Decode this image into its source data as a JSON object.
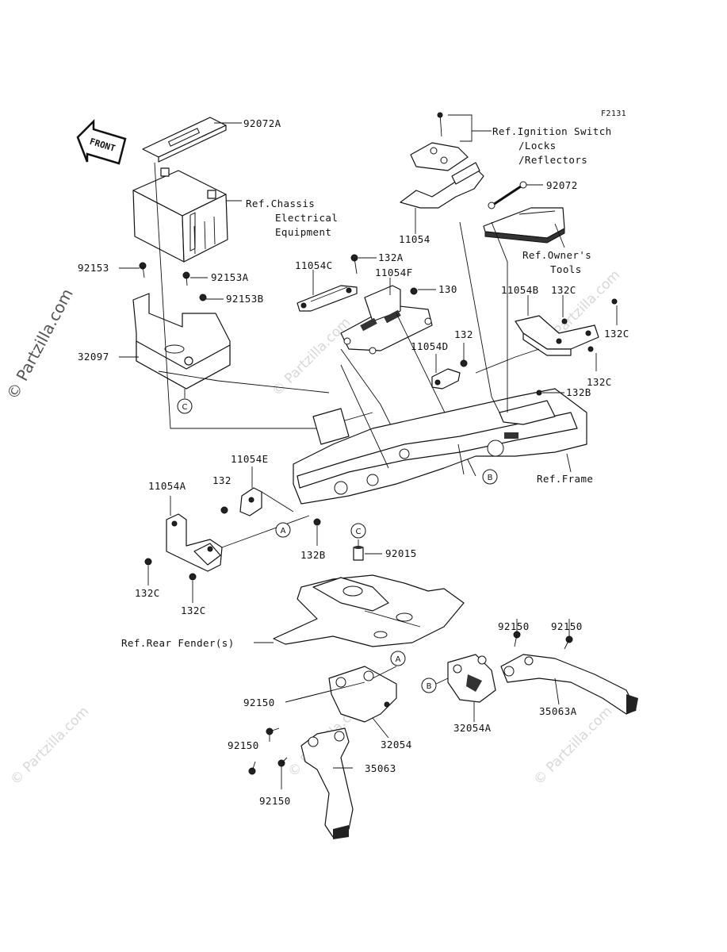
{
  "diagram_code": "F2131",
  "front_arrow_label": "FRONT",
  "watermarks": [
    "© Partzilla.com"
  ],
  "callouts": [
    "A",
    "B",
    "C"
  ],
  "labels": {
    "l92072A": "92072A",
    "refIgn1": "Ref.Ignition Switch",
    "refIgn2": "/Locks",
    "refIgn3": "/Reflectors",
    "l92072": "92072",
    "refChassis1": "Ref.Chassis",
    "refChassis2": "Electrical",
    "refChassis3": "Equipment",
    "l11054": "11054",
    "refOwner1": "Ref.Owner's",
    "refOwner2": "Tools",
    "l92153": "92153",
    "l92153A": "92153A",
    "l92153B": "92153B",
    "l32097": "32097",
    "l11054C": "11054C",
    "l132A": "132A",
    "l11054F": "11054F",
    "l130": "130",
    "l11054B": "11054B",
    "l132C_1": "132C",
    "l132C_2": "132C",
    "l132C_3": "132C",
    "l132": "132",
    "l11054D": "11054D",
    "l132B_1": "132B",
    "refFrame": "Ref.Frame",
    "l11054E": "11054E",
    "l11054A": "11054A",
    "l132_2": "132",
    "l132B_2": "132B",
    "l92015": "92015",
    "l132C_4": "132C",
    "l132C_5": "132C",
    "refRear": "Ref.Rear Fender(s)",
    "l92150_1": "92150",
    "l92150_2": "92150",
    "l92150_3": "92150",
    "l92150_4": "92150",
    "l92150_5": "92150",
    "l32054": "32054",
    "l32054A": "32054A",
    "l35063": "35063",
    "l35063A": "35063A"
  }
}
